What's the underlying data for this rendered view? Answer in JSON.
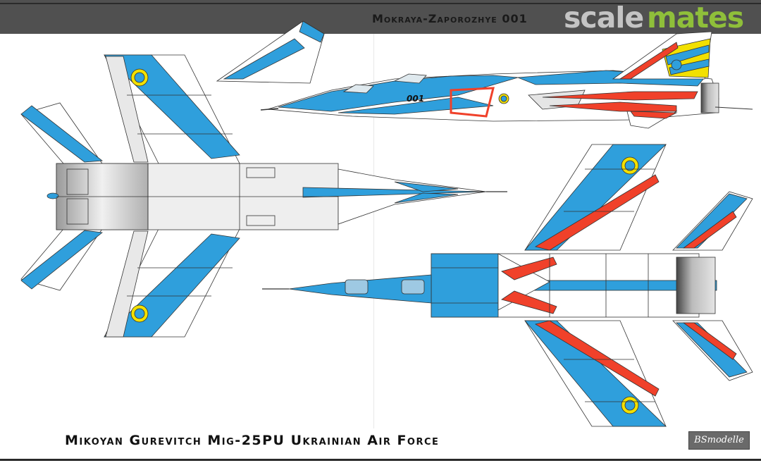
{
  "header": {
    "title": "Mokraya-Zaporozhye 001"
  },
  "watermark": {
    "scale": "scale",
    "mates": "mates"
  },
  "aircraft": {
    "tail_number": "001"
  },
  "footer": {
    "title": "Mikoyan Gurevitch Mig-25PU Ukrainian Air Force"
  },
  "logo": {
    "text": "BSmodelle"
  },
  "colors": {
    "blue": "#2f9fdc",
    "red": "#f0412a",
    "yellow": "#f2e000",
    "grey": "#d8d8d8"
  }
}
